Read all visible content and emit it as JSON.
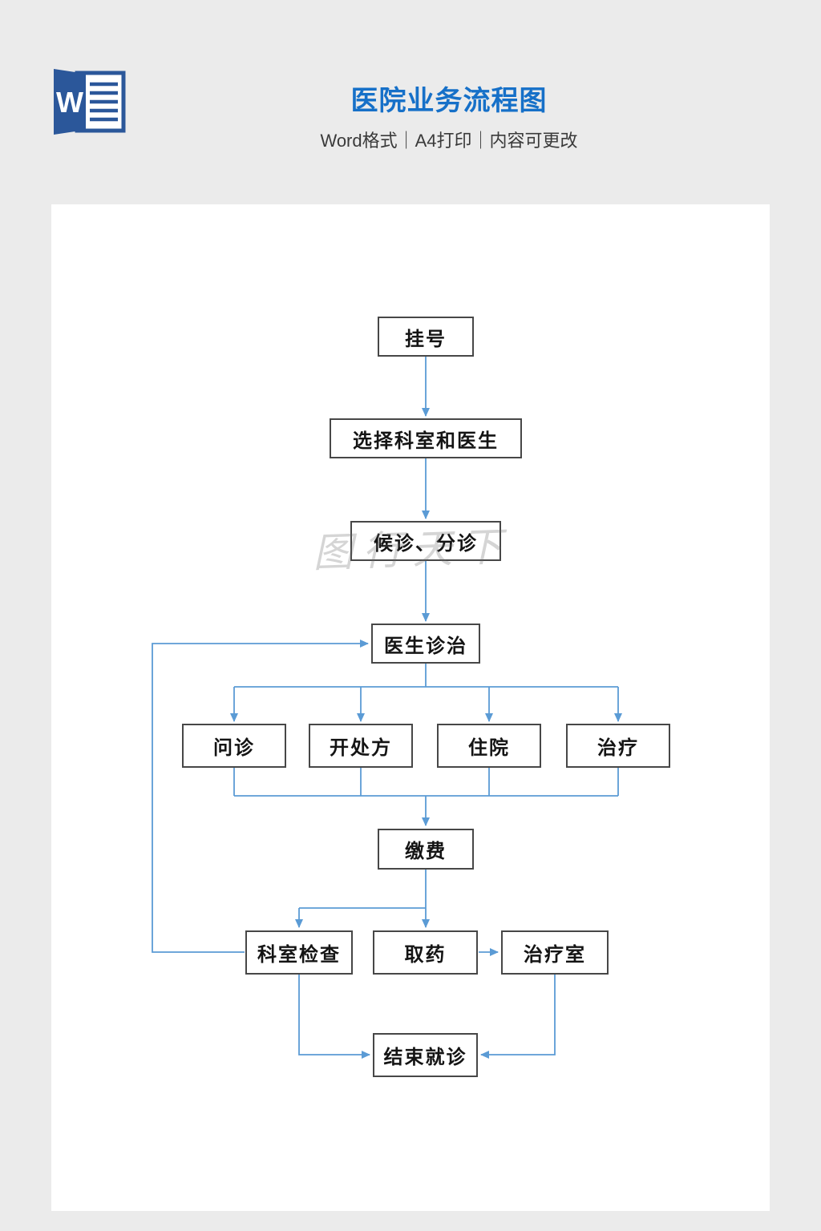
{
  "header": {
    "title": "医院业务流程图",
    "subtitle": "Word格式｜A4打印｜内容可更改",
    "word_icon_letter": "W"
  },
  "watermark": "图行天下",
  "colors": {
    "title_blue": "#1670c8",
    "connector_blue": "#5b9bd5",
    "word_icon_blue": "#2b579a",
    "canvas_background": "#ebebeb",
    "page_background": "#ffffff",
    "box_border": "#474747"
  },
  "flowchart": {
    "nodes": [
      {
        "id": "register",
        "label": "挂号"
      },
      {
        "id": "choose-dept-and-doctor",
        "label": "选择科室和医生"
      },
      {
        "id": "wait-and-triage",
        "label": "候诊、分诊"
      },
      {
        "id": "doctor-diagnosis",
        "label": "医生诊治"
      },
      {
        "id": "inquiry",
        "label": "问诊"
      },
      {
        "id": "prescribe",
        "label": "开处方"
      },
      {
        "id": "hospitalize",
        "label": "住院"
      },
      {
        "id": "treatment",
        "label": "治疗"
      },
      {
        "id": "pay-fee",
        "label": "缴费"
      },
      {
        "id": "dept-examination",
        "label": "科室检查"
      },
      {
        "id": "get-medicine",
        "label": "取药"
      },
      {
        "id": "treatment-room",
        "label": "治疗室"
      },
      {
        "id": "end-visit",
        "label": "结束就诊"
      }
    ],
    "edges": [
      {
        "from": "register",
        "to": "choose-dept-and-doctor"
      },
      {
        "from": "choose-dept-and-doctor",
        "to": "wait-and-triage"
      },
      {
        "from": "wait-and-triage",
        "to": "doctor-diagnosis"
      },
      {
        "from": "doctor-diagnosis",
        "to": "inquiry"
      },
      {
        "from": "doctor-diagnosis",
        "to": "prescribe"
      },
      {
        "from": "doctor-diagnosis",
        "to": "hospitalize"
      },
      {
        "from": "doctor-diagnosis",
        "to": "treatment"
      },
      {
        "from": "inquiry",
        "to": "pay-fee"
      },
      {
        "from": "prescribe",
        "to": "pay-fee"
      },
      {
        "from": "hospitalize",
        "to": "pay-fee"
      },
      {
        "from": "treatment",
        "to": "pay-fee"
      },
      {
        "from": "pay-fee",
        "to": "dept-examination"
      },
      {
        "from": "pay-fee",
        "to": "get-medicine"
      },
      {
        "from": "get-medicine",
        "to": "treatment-room"
      },
      {
        "from": "dept-examination",
        "to": "doctor-diagnosis"
      },
      {
        "from": "dept-examination",
        "to": "end-visit"
      },
      {
        "from": "treatment-room",
        "to": "end-visit"
      }
    ]
  }
}
